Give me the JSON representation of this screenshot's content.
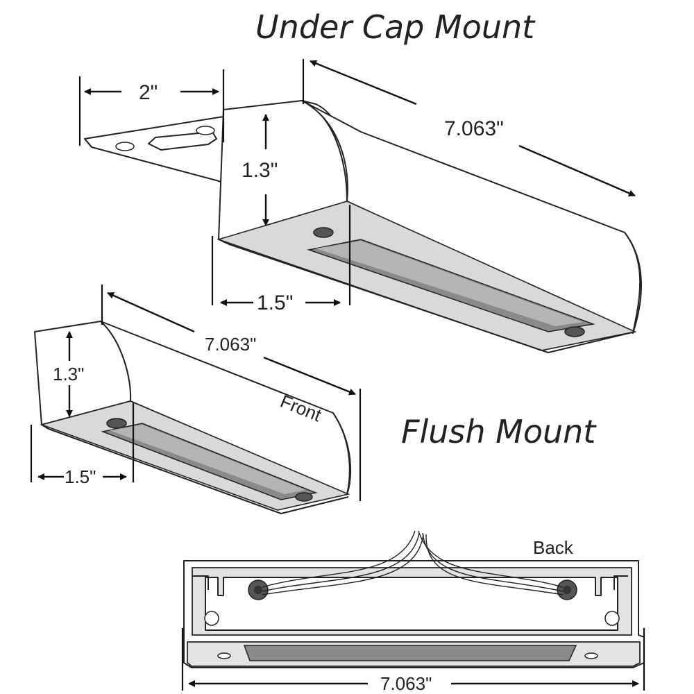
{
  "titles": {
    "under_cap": "Under Cap Mount",
    "flush": "Flush Mount"
  },
  "under_cap_dims": {
    "flange_width": "2\"",
    "height": "1.3\"",
    "length": "7.063\"",
    "depth": "1.5\""
  },
  "flush_dims": {
    "height": "1.3\"",
    "length": "7.063\"",
    "depth": "1.5\"",
    "front_label": "Front"
  },
  "back_view": {
    "label": "Back",
    "length": "7.063\""
  }
}
